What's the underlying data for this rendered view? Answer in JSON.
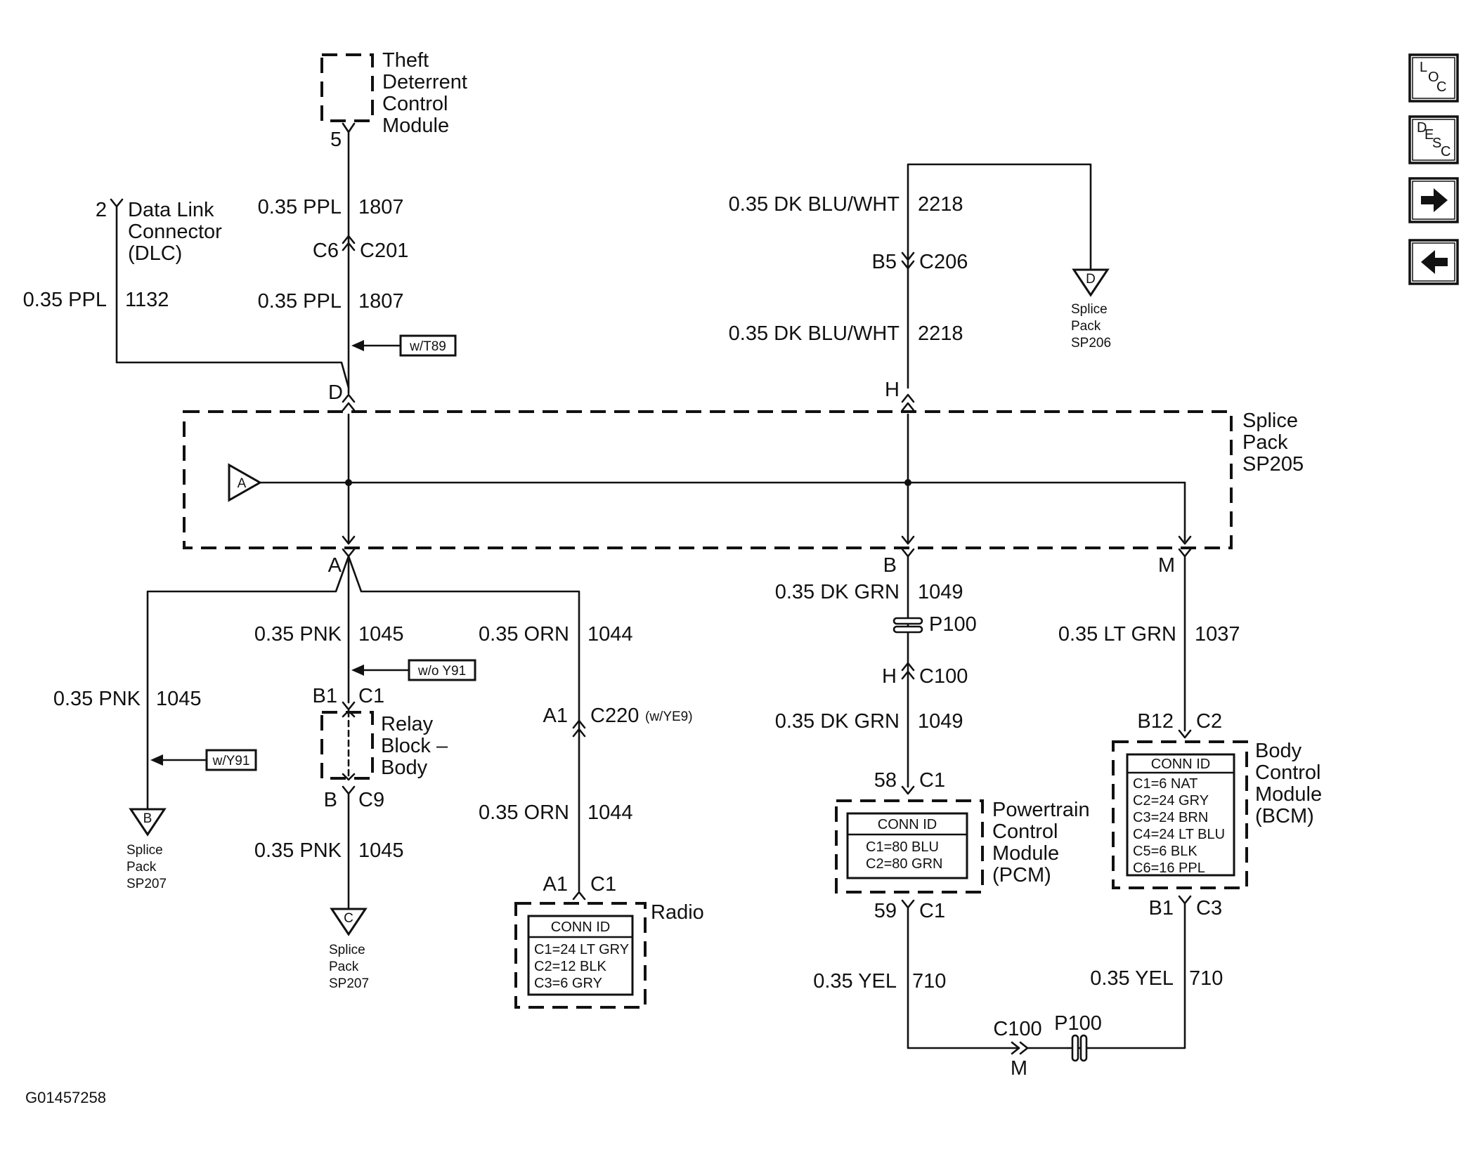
{
  "modules": {
    "theft": [
      "Theft",
      "Deterrent",
      "Control",
      "Module"
    ],
    "dlc": [
      "Data Link",
      "Connector",
      "(DLC)"
    ],
    "splice_pack_205": [
      "Splice",
      "Pack",
      "SP205"
    ],
    "relay_block": [
      "Relay",
      "Block –",
      "Body"
    ],
    "radio": "Radio",
    "pcm": [
      "Powertrain",
      "Control",
      "Module",
      "(PCM)"
    ],
    "bcm": [
      "Body",
      "Control",
      "Module",
      "(BCM)"
    ]
  },
  "splices": {
    "sp206": {
      "letter": "D",
      "lines": [
        "Splice",
        "Pack",
        "SP206"
      ]
    },
    "sp207_b": {
      "letter": "B",
      "lines": [
        "Splice",
        "Pack",
        "SP207"
      ]
    },
    "sp207_c": {
      "letter": "C",
      "lines": [
        "Splice",
        "Pack",
        "SP207"
      ]
    },
    "inner_a": "A"
  },
  "wires": {
    "w1807a": {
      "gauge": "0.35 PPL",
      "circuit": "1807"
    },
    "w1807b": {
      "gauge": "0.35 PPL",
      "circuit": "1807"
    },
    "w1132": {
      "gauge": "0.35 PPL",
      "circuit": "1132"
    },
    "w2218a": {
      "gauge": "0.35 DK BLU/WHT",
      "circuit": "2218"
    },
    "w2218b": {
      "gauge": "0.35 DK BLU/WHT",
      "circuit": "2218"
    },
    "w1045a": {
      "gauge": "0.35 PNK",
      "circuit": "1045"
    },
    "w1045b": {
      "gauge": "0.35 PNK",
      "circuit": "1045"
    },
    "w1045c": {
      "gauge": "0.35 PNK",
      "circuit": "1045"
    },
    "w1044a": {
      "gauge": "0.35 ORN",
      "circuit": "1044"
    },
    "w1044b": {
      "gauge": "0.35 ORN",
      "circuit": "1044"
    },
    "w1049a": {
      "gauge": "0.35 DK GRN",
      "circuit": "1049"
    },
    "w1049b": {
      "gauge": "0.35 DK GRN",
      "circuit": "1049"
    },
    "w1037": {
      "gauge": "0.35 LT GRN",
      "circuit": "1037"
    },
    "w710a": {
      "gauge": "0.35 YEL",
      "circuit": "710"
    },
    "w710b": {
      "gauge": "0.35 YEL",
      "circuit": "710"
    }
  },
  "pins": {
    "theft_pin": "5",
    "dlc_pin": "2",
    "c201_pin": "C6",
    "c201": "C201",
    "sp_d": "D",
    "sp_h": "H",
    "sp_a": "A",
    "sp_b": "B",
    "sp_m": "M",
    "c206_pin": "B5",
    "c206": "C206",
    "relay_c1_pin": "B1",
    "relay_c1": "C1",
    "relay_c9_pin": "B",
    "relay_c9": "C9",
    "c220_pin": "A1",
    "c220": "C220",
    "c220_note": "(w/YE9)",
    "radio_c1_pin": "A1",
    "radio_c1": "C1",
    "p100": "P100",
    "c100_pin": "H",
    "c100": "C100",
    "pcm_in_pin": "58",
    "pcm_in": "C1",
    "pcm_out_pin": "59",
    "pcm_out": "C1",
    "bcm_in_pin": "B12",
    "bcm_in": "C2",
    "bcm_out_pin": "B1",
    "bcm_out": "C3",
    "bottom_c100": "C100",
    "bottom_p100": "P100",
    "bottom_m": "M"
  },
  "option_tags": {
    "t89": "w/T89",
    "woy91": "w/o Y91",
    "wy91": "w/Y91"
  },
  "conn_id": {
    "radio": {
      "title": "CONN ID",
      "rows": [
        "C1=24 LT GRY",
        "C2=12 BLK",
        "C3=6 GRY"
      ]
    },
    "pcm": {
      "title": "CONN ID",
      "rows": [
        "C1=80 BLU",
        "C2=80 GRN"
      ]
    },
    "bcm": {
      "title": "CONN ID",
      "rows": [
        "C1=6 NAT",
        "C2=24 GRY",
        "C3=24 BRN",
        "C4=24 LT BLU",
        "C5=6 BLK",
        "C6=16 PPL"
      ]
    }
  },
  "nav_buttons": {
    "loc": [
      "L",
      "O",
      "C"
    ],
    "desc": [
      "D",
      "E",
      "S",
      "C"
    ]
  },
  "figure_id": "G01457258"
}
